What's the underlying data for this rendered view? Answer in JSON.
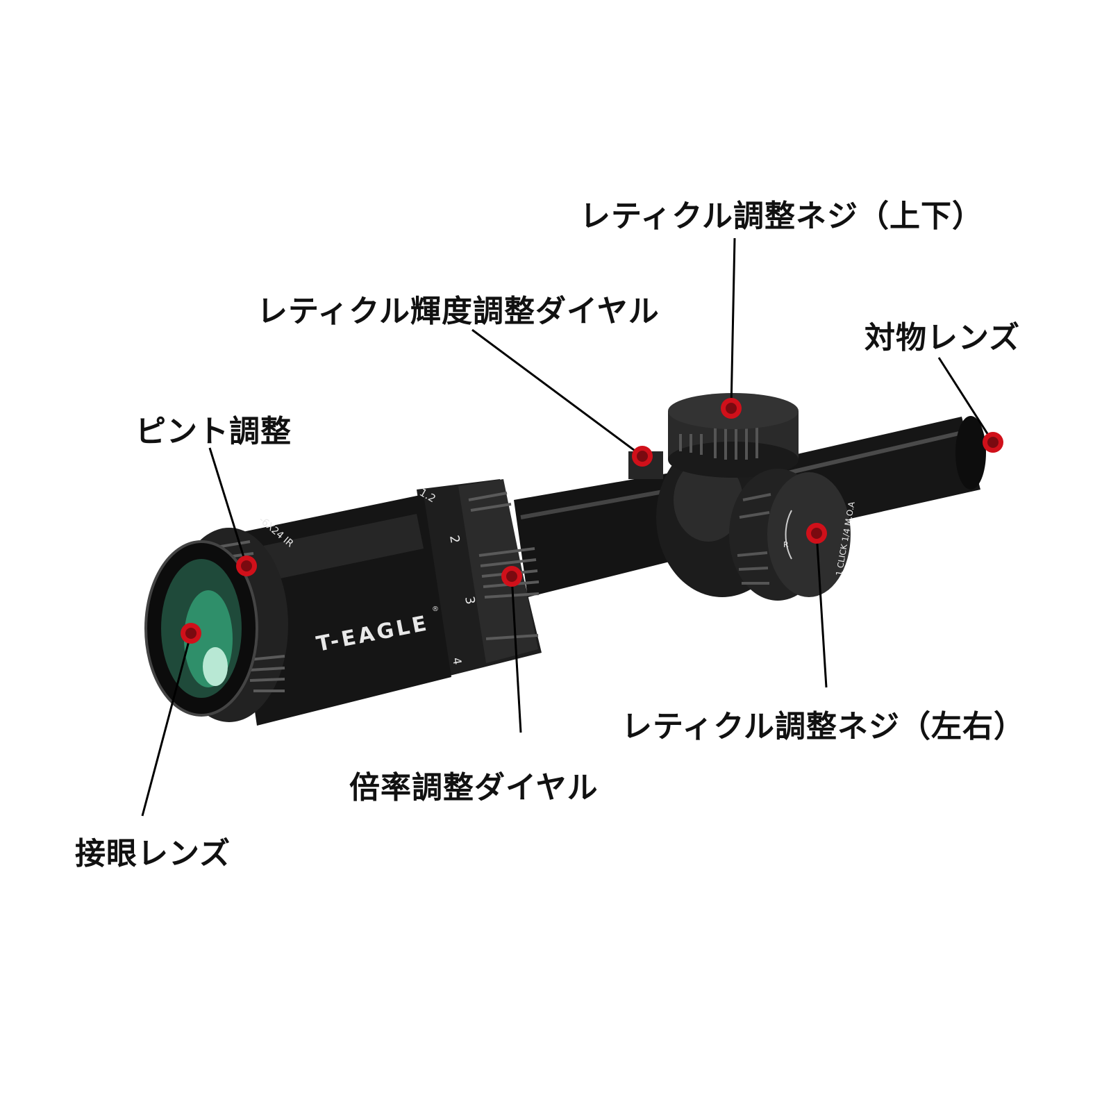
{
  "colors": {
    "background": "#ffffff",
    "body": "#1a1a1a",
    "marker": "#d0101a",
    "marker_center": "#7a0a10",
    "leader_line": "#000000",
    "lens": "#2f8f6a"
  },
  "scope": {
    "brand": "T-EAGLE",
    "registered_mark": "®",
    "model": "-6X24 IR",
    "zoom_marks": [
      "1.2",
      "2",
      "3",
      "4"
    ],
    "windage_cap_text": "1 CLICK 1/4 M.O.A",
    "windage_direction": "R"
  },
  "callouts": [
    {
      "id": "elevation",
      "label": "レティクル調整ネジ（上下）"
    },
    {
      "id": "illumination",
      "label": "レティクル輝度調整ダイヤル"
    },
    {
      "id": "objective",
      "label": "対物レンズ"
    },
    {
      "id": "focus",
      "label": "ピント調整"
    },
    {
      "id": "eyepiece",
      "label": "接眼レンズ"
    },
    {
      "id": "magnification",
      "label": "倍率調整ダイヤル"
    },
    {
      "id": "windage",
      "label": "レティクル調整ネジ（左右）"
    }
  ]
}
